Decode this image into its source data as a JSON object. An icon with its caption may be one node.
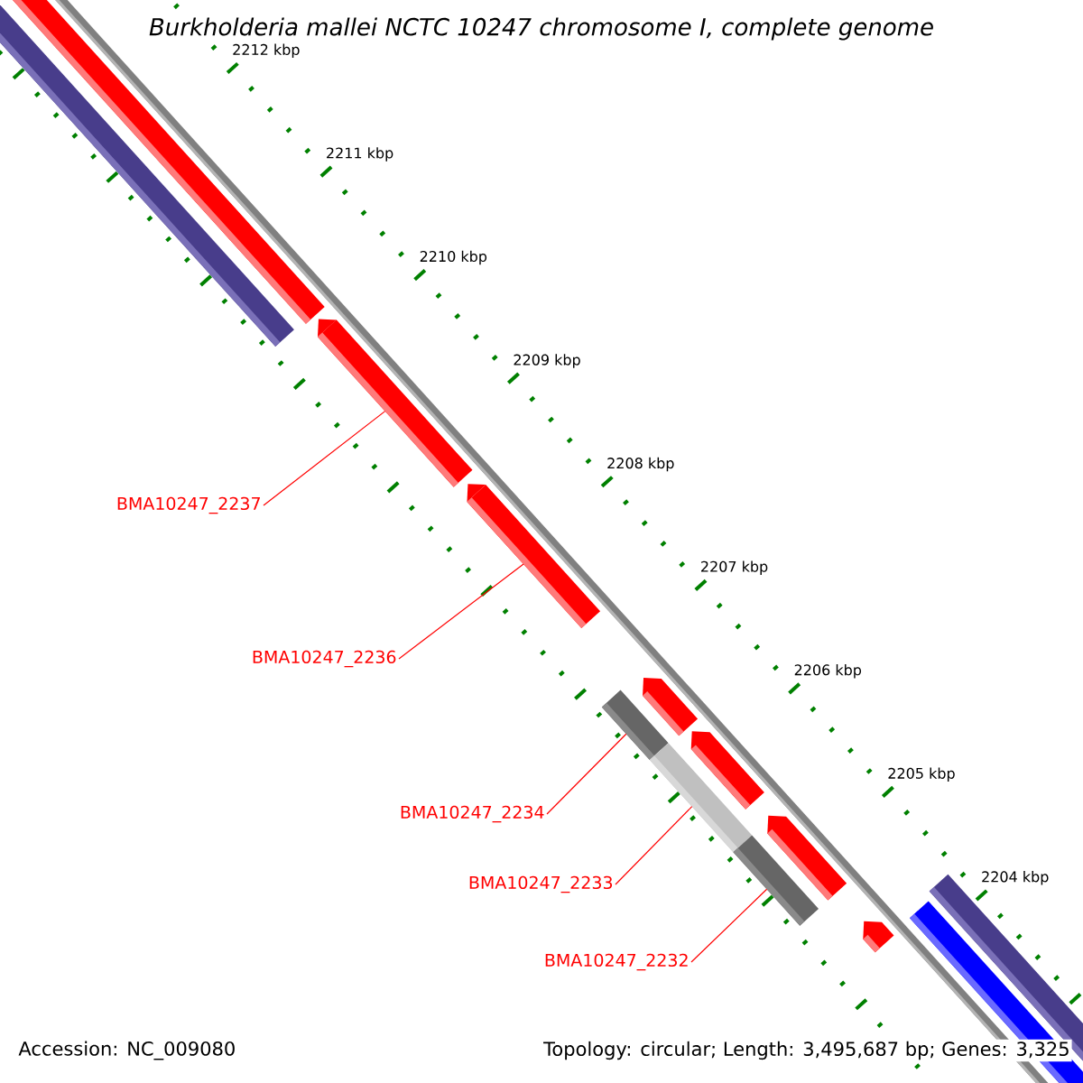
{
  "diagram": {
    "title": "Burkholderia mallei NCTC 10247 chromosome I, complete genome",
    "nodes": [
      {
        "text": [
          "BMA10247_2237"
        ]
      },
      {
        "text": [
          "BMA10247_2236"
        ]
      },
      {
        "text": [
          "BMA10247_2234"
        ]
      },
      {
        "text": [
          "BMA10247_2233"
        ]
      },
      {
        "text": [
          "BMA10247_2232"
        ]
      },
      {
        "text": [],
        "shape": "bar"
      },
      {
        "text": [],
        "shape": "bar"
      },
      {
        "text": [],
        "shape": "bar"
      },
      {
        "text": [],
        "shape": "bar"
      },
      {
        "text": [],
        "shape": "bar"
      }
    ],
    "edges": [
      {
        "from": 0,
        "to": 5,
        "arrow": "none"
      },
      {
        "from": 1,
        "to": 6,
        "arrow": "none"
      },
      {
        "from": 2,
        "to": 7,
        "arrow": "none"
      },
      {
        "from": 3,
        "to": 8,
        "arrow": "none"
      },
      {
        "from": 4,
        "to": 9,
        "arrow": "none"
      }
    ],
    "labels": [
      "2212 kbp",
      "2211 kbp",
      "2210 kbp",
      "2209 kbp",
      "2208 kbp",
      "2207 kbp",
      "2206 kbp",
      "2205 kbp",
      "2204 kbp",
      "Accession: NC_009080",
      "Topology: circular; Length: 3,495,687 bp; Genes: 3,325"
    ]
  }
}
